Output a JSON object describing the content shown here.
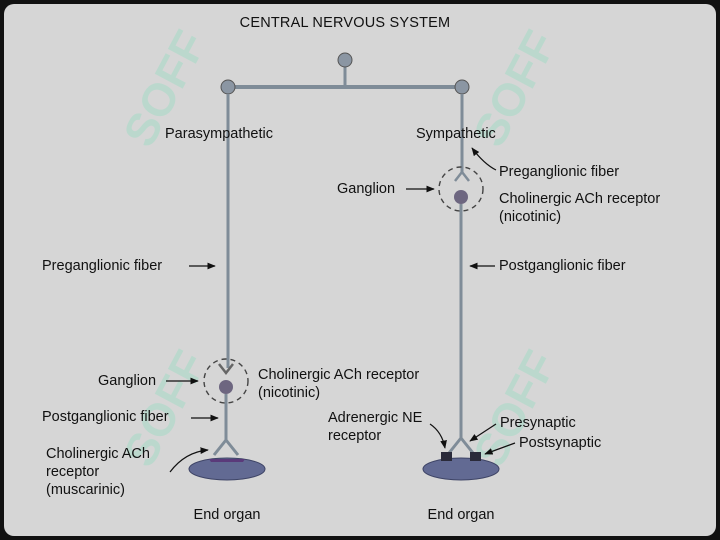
{
  "title": "CENTRAL NERVOUS SYSTEM",
  "watermark": "SOFF",
  "colors": {
    "background": "#d6d6d6",
    "fiber": "#7f8c98",
    "node": "#8b96a3",
    "ganglion_cell": "#6d6680",
    "organ": "#626a93",
    "receptor_parasympathetic": "#5a3a7a",
    "receptor_sympathetic": "#2a2a3a",
    "watermark": "#5fe3b0"
  },
  "parasympathetic": {
    "division_label": "Parasympathetic",
    "preganglionic_label": "Preganglionic fiber",
    "ganglion_label": "Ganglion",
    "ganglion_receptor_label_line1": "Cholinergic ACh receptor",
    "ganglion_receptor_label_line2": "(nicotinic)",
    "postganglionic_label": "Postganglionic fiber",
    "organ_receptor_label_line1": "Cholinergic ACh",
    "organ_receptor_label_line2": "receptor",
    "organ_receptor_label_line3": "(muscarinic)",
    "end_organ_label": "End organ"
  },
  "sympathetic": {
    "division_label": "Sympathetic",
    "preganglionic_label": "Preganglionic fiber",
    "ganglion_label": "Ganglion",
    "ganglion_receptor_label_line1": "Cholinergic ACh receptor",
    "ganglion_receptor_label_line2": "(nicotinic)",
    "postganglionic_label": "Postganglionic fiber",
    "organ_receptor_label_line1": "Adrenergic NE",
    "organ_receptor_label_line2": "receptor",
    "presynaptic_label": "Presynaptic",
    "postsynaptic_label": "Postsynaptic",
    "end_organ_label": "End organ"
  }
}
